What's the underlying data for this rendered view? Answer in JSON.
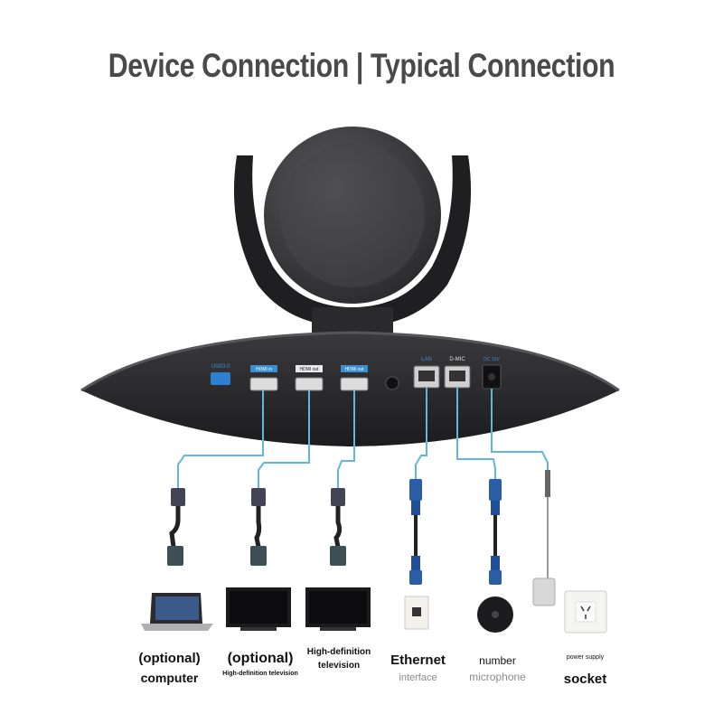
{
  "title": "Device Connection | Typical Connection",
  "ports": {
    "usb": "USB3.0",
    "hdmi_in": "HDMI in",
    "hdmi_out": "HDMI out",
    "hdmi_out2": "HDMI out",
    "lan": "LAN",
    "dmic": "D-MIC",
    "dc": "DC 12V"
  },
  "devices": [
    {
      "line1": "(optional)",
      "line2": "computer"
    },
    {
      "line1": "(optional)",
      "line2": "High-definition television"
    },
    {
      "line1": "High-definition",
      "line2": "television"
    },
    {
      "line1": "Ethernet",
      "line2": "interface"
    },
    {
      "line1": "number",
      "line2": "microphone"
    },
    {
      "line1": "power supply",
      "line2": "socket"
    }
  ],
  "colors": {
    "cable_line": "#5fb7df",
    "camera_body": "#2b2b2d",
    "port_blue": "#3a8fd0"
  }
}
